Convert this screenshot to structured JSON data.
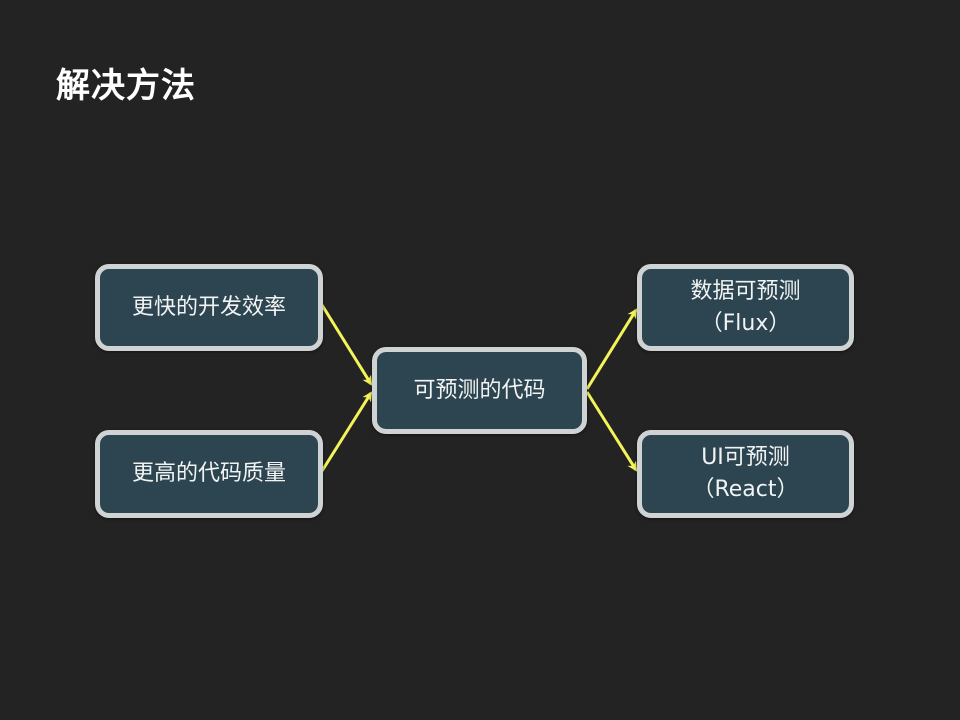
{
  "slide": {
    "title": "解决方法",
    "background_color": "#232323"
  },
  "colors": {
    "node_fill": "#2c4550",
    "node_border": "#d0d3d3",
    "node_text": "#f2f4f4",
    "arrow": "#f4f45a",
    "title_text": "#ffffff"
  },
  "diagram": {
    "nodes": [
      {
        "id": "faster-dev",
        "lines": [
          "更快的开发效率"
        ]
      },
      {
        "id": "higher-quality",
        "lines": [
          "更高的代码质量"
        ]
      },
      {
        "id": "predictable-code",
        "lines": [
          "可预测的代码"
        ]
      },
      {
        "id": "data-predictable",
        "lines": [
          "数据可预测",
          "（Flux）"
        ]
      },
      {
        "id": "ui-predictable",
        "lines": [
          "UI可预测",
          "（React）"
        ]
      }
    ],
    "edges": [
      {
        "from": "faster-dev",
        "to": "predictable-code"
      },
      {
        "from": "higher-quality",
        "to": "predictable-code"
      },
      {
        "from": "predictable-code",
        "to": "data-predictable"
      },
      {
        "from": "predictable-code",
        "to": "ui-predictable"
      }
    ]
  }
}
